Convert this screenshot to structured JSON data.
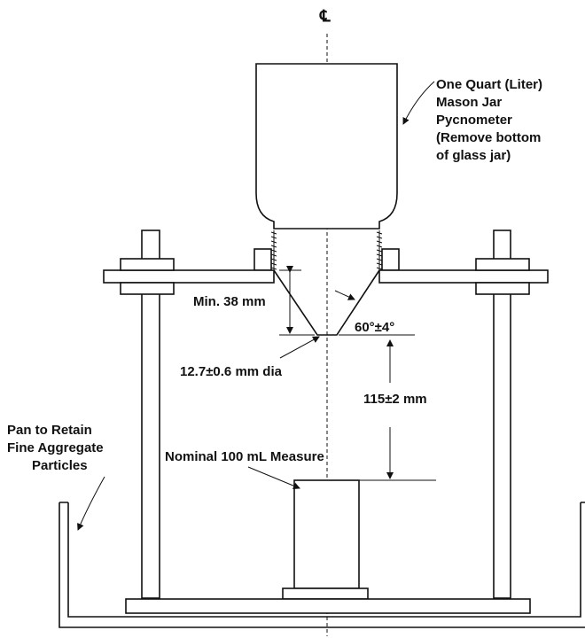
{
  "diagram": {
    "centerline_symbol": "℄",
    "labels": {
      "jar_line1": "One Quart (Liter)",
      "jar_line2": "Mason Jar",
      "jar_line3": "Pycnometer",
      "jar_line4": "(Remove bottom",
      "jar_line5": "of glass jar)",
      "min_height": "Min. 38 mm",
      "angle": "60°±4°",
      "orifice": "12.7±0.6 mm dia",
      "drop_height": "115±2 mm",
      "measure": "Nominal 100 mL Measure",
      "pan_line1": "Pan to Retain",
      "pan_line2": "Fine Aggregate",
      "pan_line3": "Particles"
    }
  }
}
